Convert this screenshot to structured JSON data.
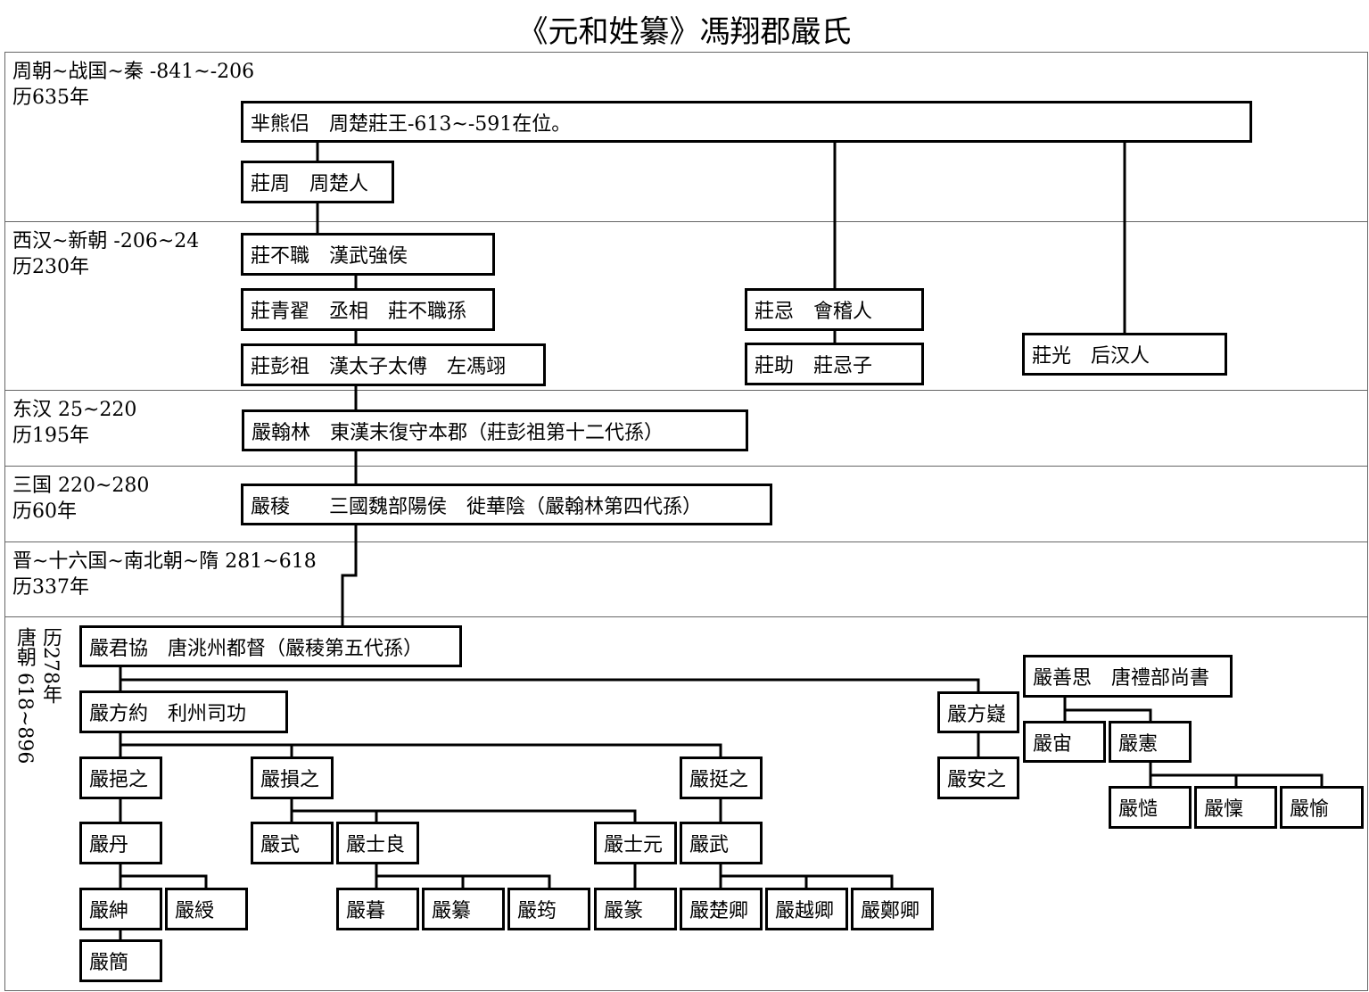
{
  "title": "《元和姓纂》馮翔郡嚴氏",
  "periods": [
    {
      "name": "周朝~战国~秦 -841~-206",
      "span": "历635年"
    },
    {
      "name": "西汉~新朝 -206~24",
      "span": "历230年"
    },
    {
      "name": "东汉 25~220",
      "span": "历195年"
    },
    {
      "name": "三国 220~280",
      "span": "历60年"
    },
    {
      "name": "晋~十六国~南北朝~隋 281~618",
      "span": "历337年"
    },
    {
      "name": "唐朝 618~896",
      "span": "历278年"
    }
  ],
  "people": {
    "mi_xionglv": "芈熊侣　周楚莊王-613~-591在位。",
    "zhuang_zhou": "莊周　周楚人",
    "zhuang_buzhi": "莊不職　漢武強侯",
    "zhuang_qingdi": "莊青翟　丞相　莊不職孫",
    "zhuang_pengzu": "莊彭祖　漢太子太傅　左馮翊",
    "zhuang_ji": "莊忌　會稽人",
    "zhuang_zhu": "莊助　莊忌子",
    "zhuang_guang": "莊光　后汉人",
    "yan_hanlin": "嚴翰林　東漢末復守本郡（莊彭祖第十二代孫）",
    "yan_leng": "嚴稜　　三國魏部陽侯　徙華陰（嚴翰林第四代孫）",
    "yan_junxie": "嚴君協　唐洮州都督（嚴稜第五代孫）",
    "yan_fangyue": "嚴方約　利州司功",
    "yan_fangyi": "嚴方嶷",
    "yan_shansi": "嚴善思　唐禮部尚書",
    "yan_zhou": "嚴宙",
    "yan_xian": "嚴憲",
    "yan_yizhi": "嚴挹之",
    "yan_sunzhi": "嚴損之",
    "yan_tingzhi": "嚴挺之",
    "yan_anzhi": "嚴安之",
    "yan_zao": "嚴慥",
    "yan_lin": "嚴懍",
    "yan_yu": "嚴愉",
    "yan_dan": "嚴丹",
    "yan_shi": "嚴式",
    "yan_shiliang": "嚴士良",
    "yan_shiyuan": "嚴士元",
    "yan_wu": "嚴武",
    "yan_shen": "嚴紳",
    "yan_shou": "嚴綬",
    "yan_mu": "嚴暮",
    "yan_zuan": "嚴纂",
    "yan_yun": "嚴筠",
    "yan_zhuan": "嚴篆",
    "yan_chuqing": "嚴楚卿",
    "yan_yueqing": "嚴越卿",
    "yan_zhengqing": "嚴鄭卿",
    "yan_jian": "嚴簡"
  }
}
